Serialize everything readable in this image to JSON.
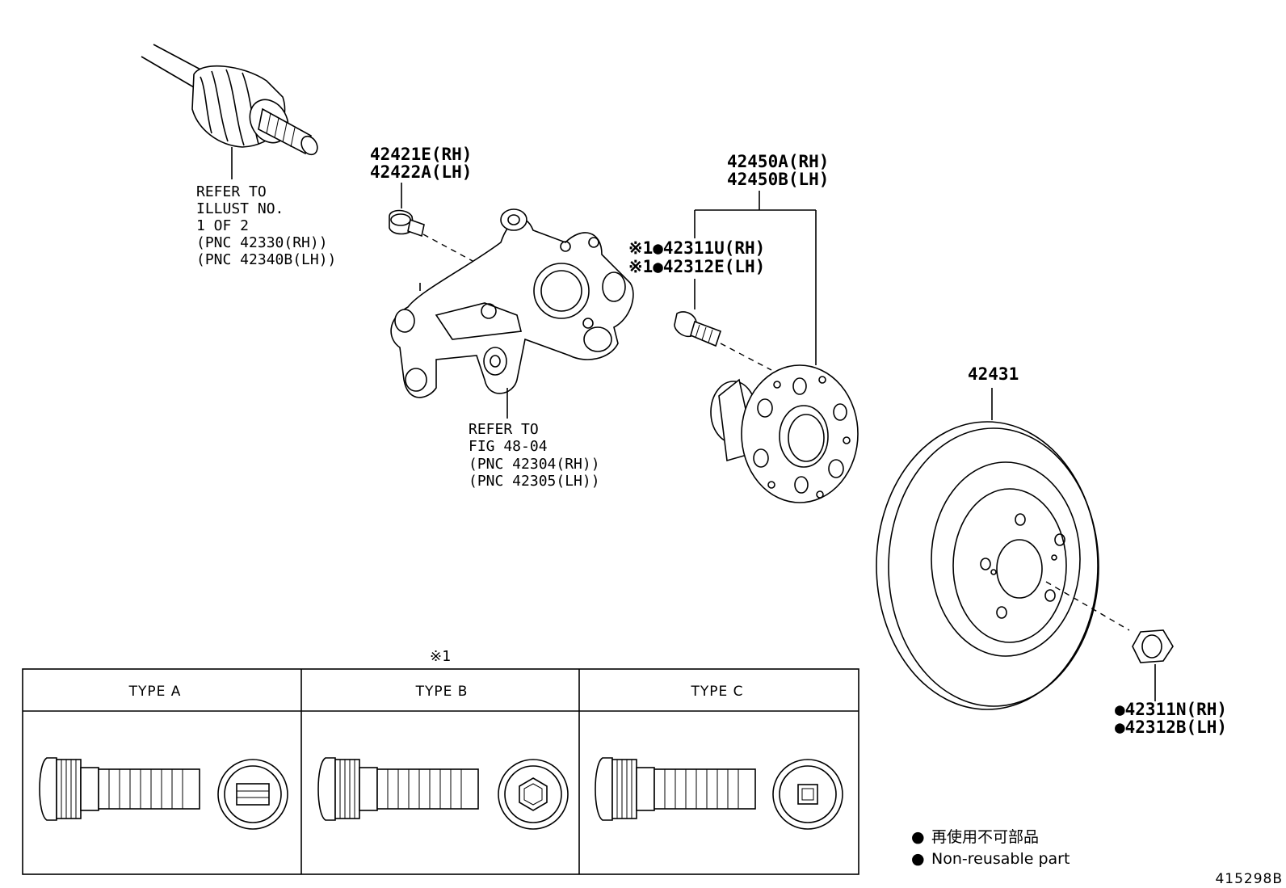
{
  "labels": {
    "driveshaft_ref": [
      "REFER TO",
      "ILLUST NO.",
      "1 OF 2",
      "(PNC 42330(RH))",
      "(PNC 42340B(LH))"
    ],
    "bolt": [
      "42421E(RH)",
      "42422A(LH)"
    ],
    "knuckle_ref": [
      "REFER TO",
      "FIG 48-04",
      "(PNC 42304(RH))",
      "(PNC 42305(LH))"
    ],
    "hub_assy": [
      "42450A(RH)",
      "42450B(LH)"
    ],
    "hub_bolt": [
      "※1●42311U(RH)",
      "※1●42312E(LH)"
    ],
    "disc": "42431",
    "nut": [
      "●42311N(RH)",
      "●42312B(LH)"
    ]
  },
  "type_table": {
    "mark": "※1",
    "columns": [
      "TYPE A",
      "TYPE B",
      "TYPE C"
    ]
  },
  "legend": {
    "symbol": "●",
    "items": [
      "再使用不可部品",
      "Non-reusable part"
    ]
  },
  "figure_id": "415298B"
}
